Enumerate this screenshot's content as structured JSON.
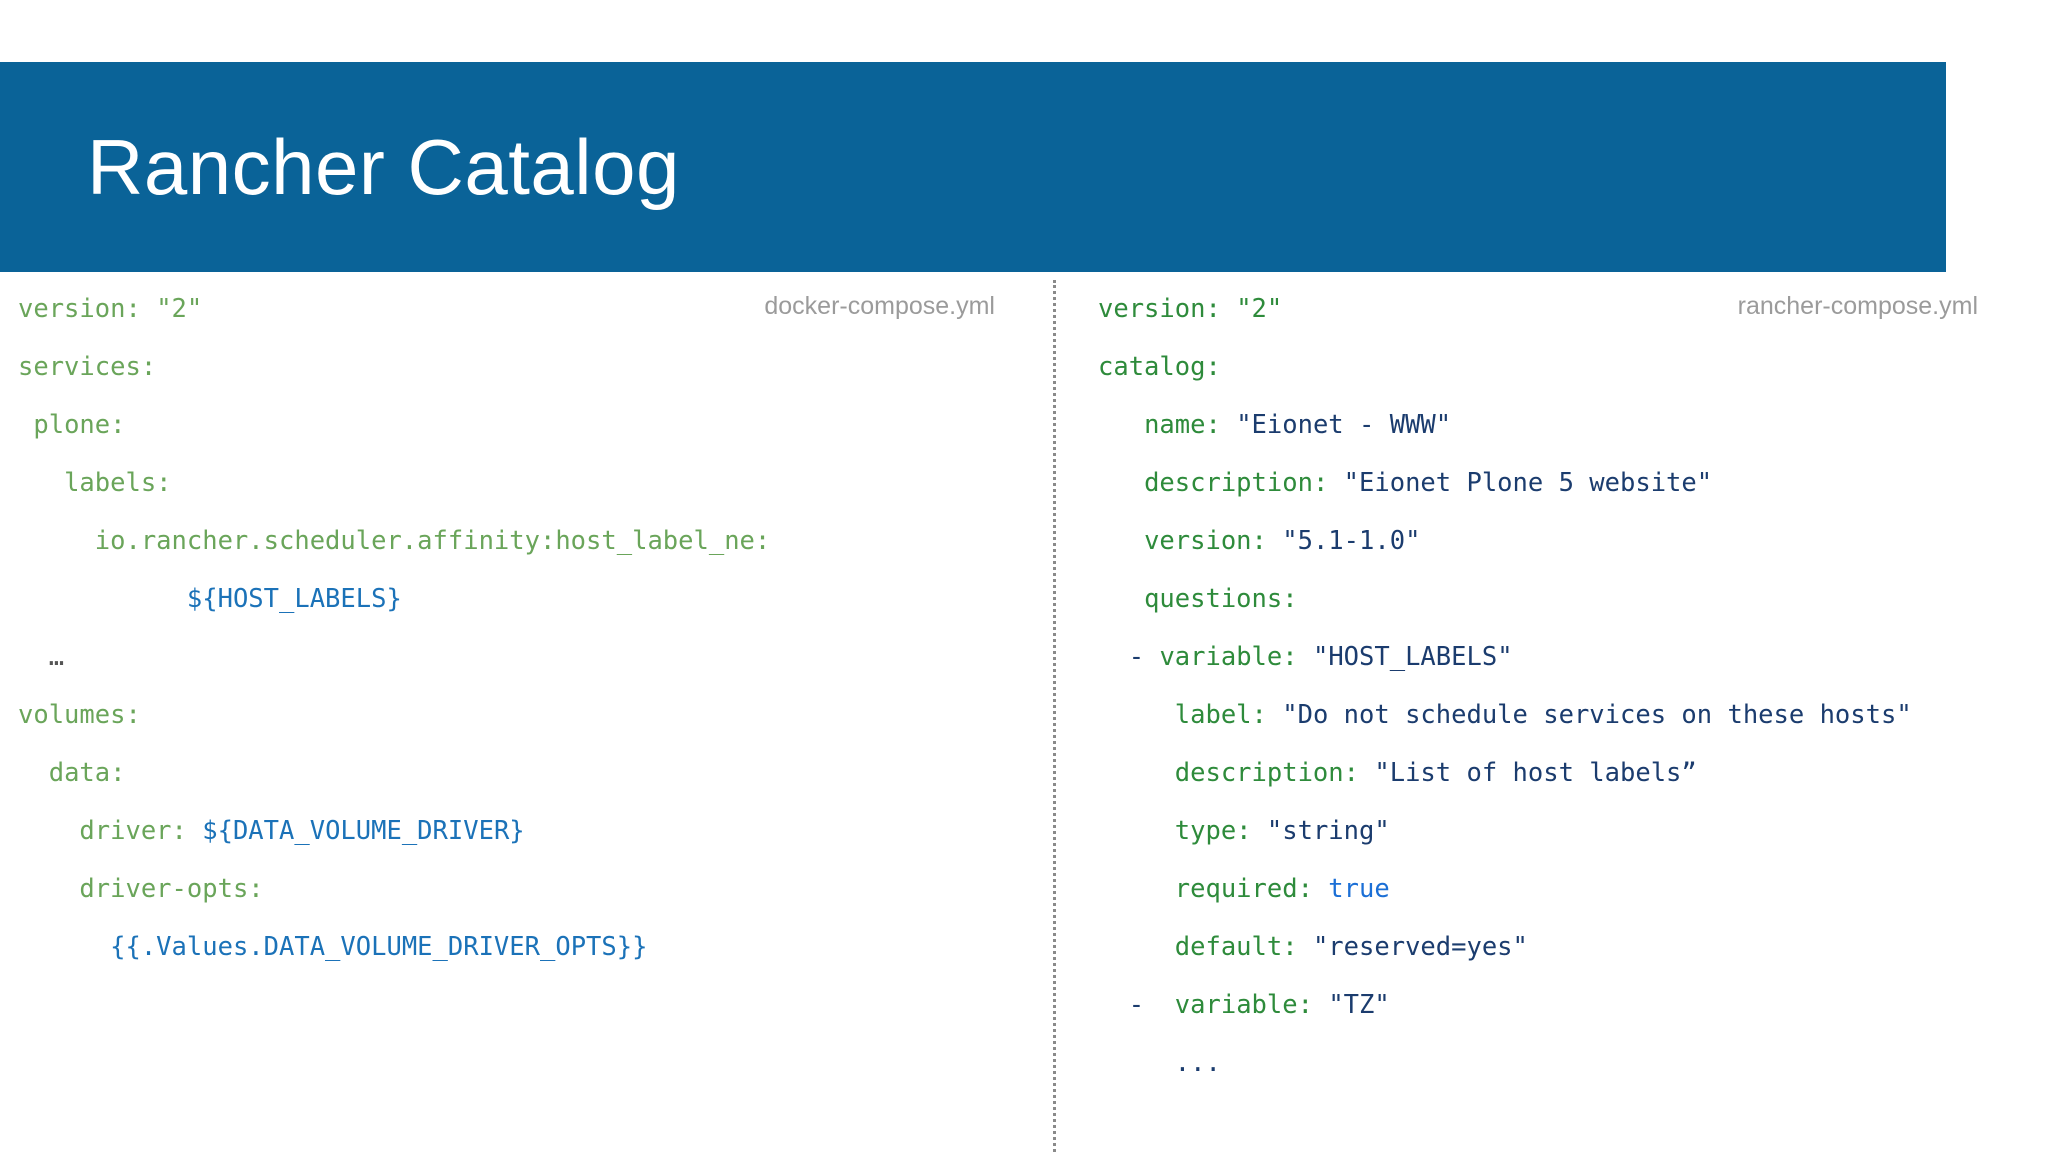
{
  "slide": {
    "title": "Rancher Catalog",
    "banner_color": "#0a6398",
    "background_color": "#ffffff"
  },
  "panes": [
    {
      "id": "docker-compose",
      "label": "docker-compose.yml",
      "accent_key_color": "#6aa55a",
      "accent_value_color": "#1b72b8",
      "lines": [
        [
          {
            "t": "version:",
            "c": "key"
          },
          {
            "t": " ",
            "c": "plain"
          },
          {
            "t": "\"2\"",
            "c": "str"
          }
        ],
        [
          {
            "t": "services:",
            "c": "key"
          }
        ],
        [
          {
            "t": " plone:",
            "c": "key"
          }
        ],
        [
          {
            "t": "   labels:",
            "c": "key"
          }
        ],
        [
          {
            "t": "     io.rancher.scheduler.affinity:host_label_ne:",
            "c": "key"
          }
        ],
        [
          {
            "t": "           ${HOST_LABELS}",
            "c": "var"
          }
        ],
        [
          {
            "t": "  …",
            "c": "plain"
          }
        ],
        [
          {
            "t": "volumes:",
            "c": "key"
          }
        ],
        [
          {
            "t": "  data:",
            "c": "key"
          }
        ],
        [
          {
            "t": "    driver:",
            "c": "key"
          },
          {
            "t": " ",
            "c": "plain"
          },
          {
            "t": "${DATA_VOLUME_DRIVER}",
            "c": "var"
          }
        ],
        [
          {
            "t": "    driver-opts:",
            "c": "key"
          }
        ],
        [
          {
            "t": "      {{.Values.DATA_VOLUME_DRIVER_OPTS}}",
            "c": "var"
          }
        ]
      ]
    },
    {
      "id": "rancher-compose",
      "label": "rancher-compose.yml",
      "accent_key_color": "#2e8b3b",
      "accent_value_color": "#1b3c6e",
      "lines": [
        [
          {
            "t": "version:",
            "c": "key"
          },
          {
            "t": " ",
            "c": "plain"
          },
          {
            "t": "\"2\"",
            "c": "greenstr"
          }
        ],
        [
          {
            "t": "catalog:",
            "c": "key"
          }
        ],
        [
          {
            "t": "   name:",
            "c": "key"
          },
          {
            "t": " ",
            "c": "plain"
          },
          {
            "t": "\"Eionet - WWW\"",
            "c": "str"
          }
        ],
        [
          {
            "t": "   description:",
            "c": "key"
          },
          {
            "t": " ",
            "c": "plain"
          },
          {
            "t": "\"Eionet Plone 5 website\"",
            "c": "str"
          }
        ],
        [
          {
            "t": "   version:",
            "c": "key"
          },
          {
            "t": " ",
            "c": "plain"
          },
          {
            "t": "\"5.1-1.0\"",
            "c": "str"
          }
        ],
        [
          {
            "t": "   questions:",
            "c": "key"
          }
        ],
        [
          {
            "t": "  - ",
            "c": "plain"
          },
          {
            "t": "variable:",
            "c": "key"
          },
          {
            "t": " ",
            "c": "plain"
          },
          {
            "t": "\"HOST_LABELS\"",
            "c": "str"
          }
        ],
        [
          {
            "t": "     label:",
            "c": "key"
          },
          {
            "t": " ",
            "c": "plain"
          },
          {
            "t": "\"Do not schedule services on these hosts\"",
            "c": "str"
          }
        ],
        [
          {
            "t": "     description:",
            "c": "key"
          },
          {
            "t": " ",
            "c": "plain"
          },
          {
            "t": "\"List of host labels”",
            "c": "str"
          }
        ],
        [
          {
            "t": "     type:",
            "c": "key"
          },
          {
            "t": " ",
            "c": "plain"
          },
          {
            "t": "\"string\"",
            "c": "str"
          }
        ],
        [
          {
            "t": "     required:",
            "c": "key"
          },
          {
            "t": " ",
            "c": "plain"
          },
          {
            "t": "true",
            "c": "bool"
          }
        ],
        [
          {
            "t": "     default:",
            "c": "key"
          },
          {
            "t": " ",
            "c": "plain"
          },
          {
            "t": "\"reserved=yes\"",
            "c": "str"
          }
        ],
        [
          {
            "t": "  -  ",
            "c": "plain"
          },
          {
            "t": "variable:",
            "c": "key"
          },
          {
            "t": " ",
            "c": "plain"
          },
          {
            "t": "\"TZ\"",
            "c": "str"
          }
        ],
        [
          {
            "t": "     ...",
            "c": "plain"
          }
        ]
      ]
    }
  ]
}
